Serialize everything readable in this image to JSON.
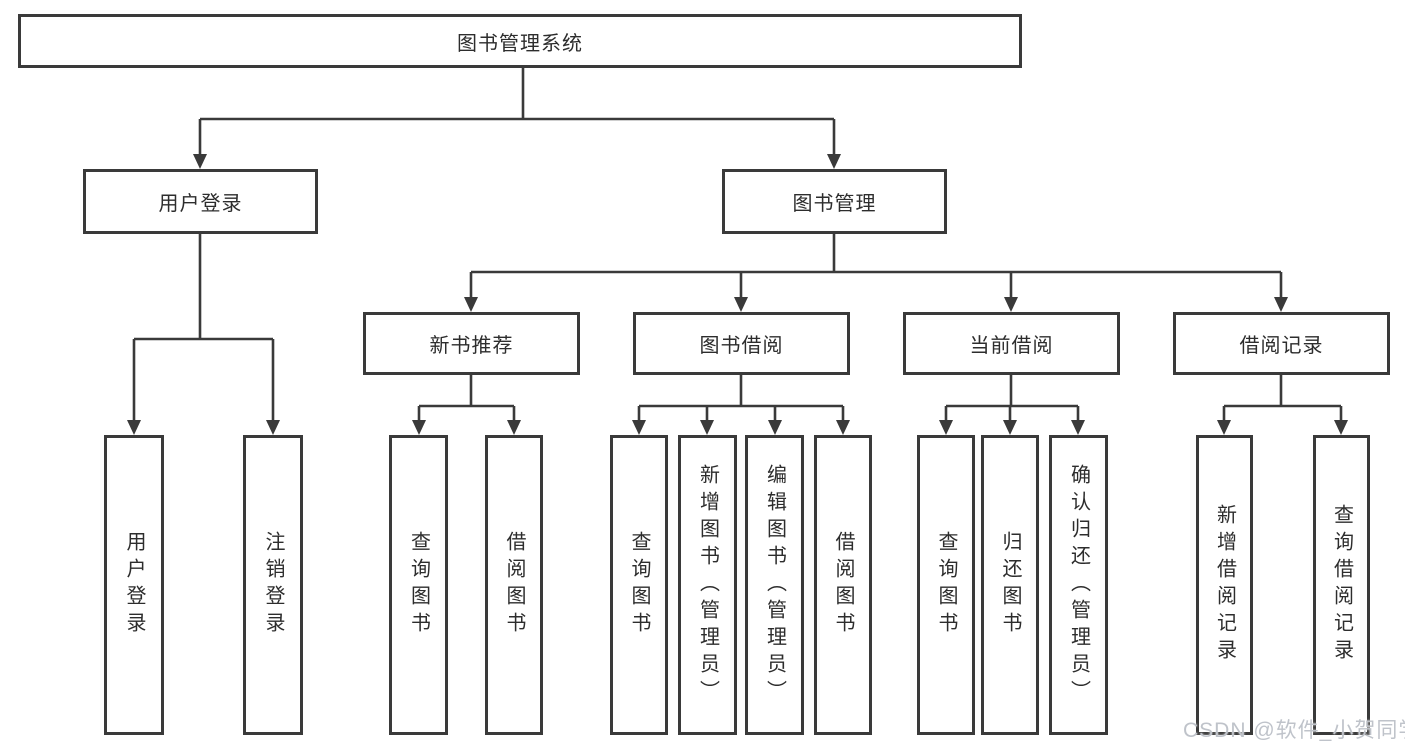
{
  "diagram": {
    "root": {
      "label": "图书管理系统"
    },
    "branches": [
      {
        "label": "用户登录",
        "children": [
          {
            "label": "用户登录"
          },
          {
            "label": "注销登录"
          }
        ]
      },
      {
        "label": "图书管理",
        "children": [
          {
            "label": "新书推荐",
            "children": [
              {
                "label": "查询图书"
              },
              {
                "label": "借阅图书"
              }
            ]
          },
          {
            "label": "图书借阅",
            "children": [
              {
                "label": "查询图书"
              },
              {
                "label": "新增图书（管理员）"
              },
              {
                "label": "编辑图书（管理员）"
              },
              {
                "label": "借阅图书"
              }
            ]
          },
          {
            "label": "当前借阅",
            "children": [
              {
                "label": "查询图书"
              },
              {
                "label": "归还图书"
              },
              {
                "label": "确认归还（管理员）"
              }
            ]
          },
          {
            "label": "借阅记录",
            "children": [
              {
                "label": "新增借阅记录"
              },
              {
                "label": "查询借阅记录"
              }
            ]
          }
        ]
      }
    ]
  },
  "watermark": {
    "text": "CSDN @软件_小贺同学"
  },
  "colors": {
    "line": "#3a3a3a",
    "text": "#2d2d2d",
    "background": "#ffffff",
    "watermark": "#bfc3ca"
  }
}
